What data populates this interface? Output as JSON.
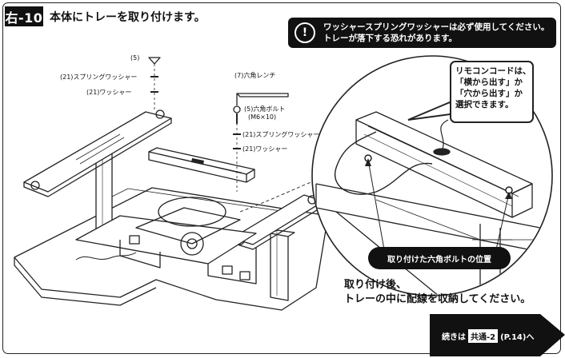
{
  "step": {
    "number": "右-10",
    "title": "本体にトレーを取り付けます。"
  },
  "warning": {
    "icon": "exclamation-circle-icon",
    "line1": "ワッシャースプリングワッシャーは必ず使用してください。",
    "line2": "トレーが落下する恐れがあります。"
  },
  "parts_left": {
    "bolt_top": "(5)",
    "spring_washer": "(21)スプリングワッシャー",
    "washer": "(21)ワッシャー"
  },
  "parts_right": {
    "hex_wrench": "(7)六角レンチ",
    "hex_bolt": "(5)六角ボルト",
    "hex_bolt_size": "(M6×10)",
    "spring_washer": "(21)スプリングワッシャー",
    "washer": "(21)ワッシャー"
  },
  "callout": {
    "line1": "リモコンコードは、",
    "line2": "「横から出す」か",
    "line3": "「穴から出す」か",
    "line4": "選択できます。"
  },
  "bolt_position_label": "取り付けた六角ボルトの位置",
  "bottom_note": {
    "line1": "取り付け後、",
    "line2": "トレーの中に配線を収納してください。"
  },
  "next_step": {
    "prefix": "続きは",
    "ref": "共通-2",
    "suffix": "(P.14)へ"
  },
  "colors": {
    "black": "#111111",
    "white": "#ffffff"
  }
}
